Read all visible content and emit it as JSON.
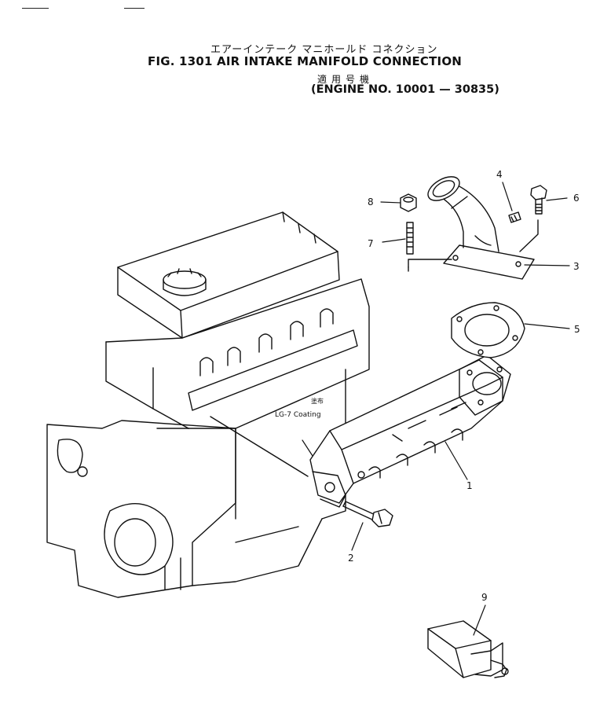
{
  "header": {
    "title_jp": "エアーインテーク マニホールド コネクション",
    "title_en": "FIG. 1301 AIR INTAKE MANIFOLD CONNECTION",
    "applicable_jp": "適用号機",
    "engine_no": "(ENGINE NO. 10001 — 30835)"
  },
  "annotation": {
    "jp": "塗布",
    "line": "LG-7 Coating"
  },
  "callouts": [
    {
      "num": "1",
      "part": "manifold"
    },
    {
      "num": "2",
      "part": "bolt"
    },
    {
      "num": "3",
      "part": "elbow-connector"
    },
    {
      "num": "4",
      "part": "plug"
    },
    {
      "num": "5",
      "part": "gasket"
    },
    {
      "num": "6",
      "part": "bolt"
    },
    {
      "num": "7",
      "part": "stud"
    },
    {
      "num": "8",
      "part": "nut"
    },
    {
      "num": "9",
      "part": "heater"
    }
  ],
  "colors": {
    "ink": "#111111",
    "paper": "#ffffff"
  }
}
